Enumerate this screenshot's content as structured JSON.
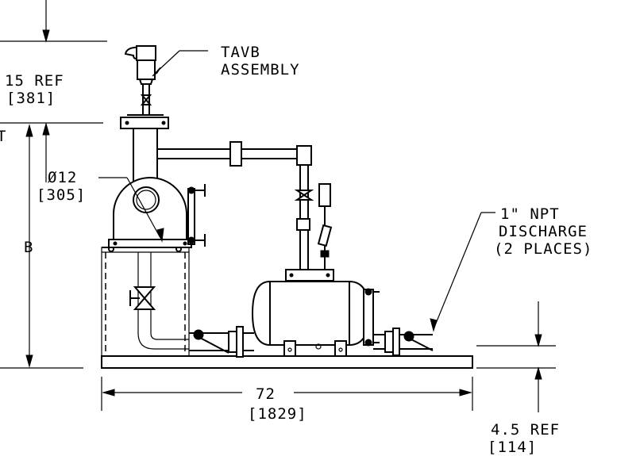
{
  "labels": {
    "tavb_line1": "TAVB",
    "tavb_line2": "ASSEMBLY",
    "ref15_line1": "15 REF",
    "ref15_line2": "[381]",
    "dia_line1": "Ø12",
    "dia_line2": "[305]",
    "dim_b": "B",
    "dim_t": "T",
    "npt_line1": "1\" NPT",
    "npt_line2": "DISCHARGE",
    "npt_line3": "(2 PLACES)",
    "width_line1": "72",
    "width_line2": "[1829]",
    "ref45_line1": "4.5 REF",
    "ref45_line2": "[114]"
  }
}
